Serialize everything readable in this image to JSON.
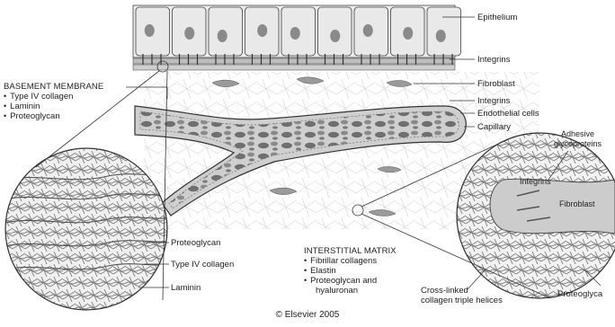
{
  "labels": {
    "epithelium": "Epithelium",
    "integrins_top": "Integrins",
    "fibroblast_top": "Fibroblast",
    "integrins_mid": "Integrins",
    "endothelial": "Endothelial cells",
    "capillary": "Capillary",
    "adhesive": [
      "Adhesive",
      "glycoproteins"
    ],
    "integrins_inset": "Integrins",
    "fibroblast_inset": "Fibroblast",
    "proteoglycan_right": "Proteoglyca",
    "crosslinked": [
      "Cross-linked",
      "collagen triple helices"
    ],
    "proteoglycan_left": "Proteoglycan",
    "type_iv_left": "Type IV collagen",
    "laminin_left": "Laminin"
  },
  "basement_membrane": {
    "heading": "BASEMENT MEMBRANE",
    "items": [
      "Type IV collagen",
      "Laminin",
      "Proteoglycan"
    ]
  },
  "interstitial_matrix": {
    "heading": "INTERSTITIAL MATRIX",
    "items": [
      "Fibrillar collagens",
      "Elastin",
      "Proteoglycan and",
      "hyaluronan"
    ]
  },
  "copyright": "© Elsevier 2005",
  "colors": {
    "cell_fill": "#e9e9e9",
    "nucleus": "#8a8a8a",
    "line": "#333333",
    "vessel": "#9d9d9d"
  }
}
